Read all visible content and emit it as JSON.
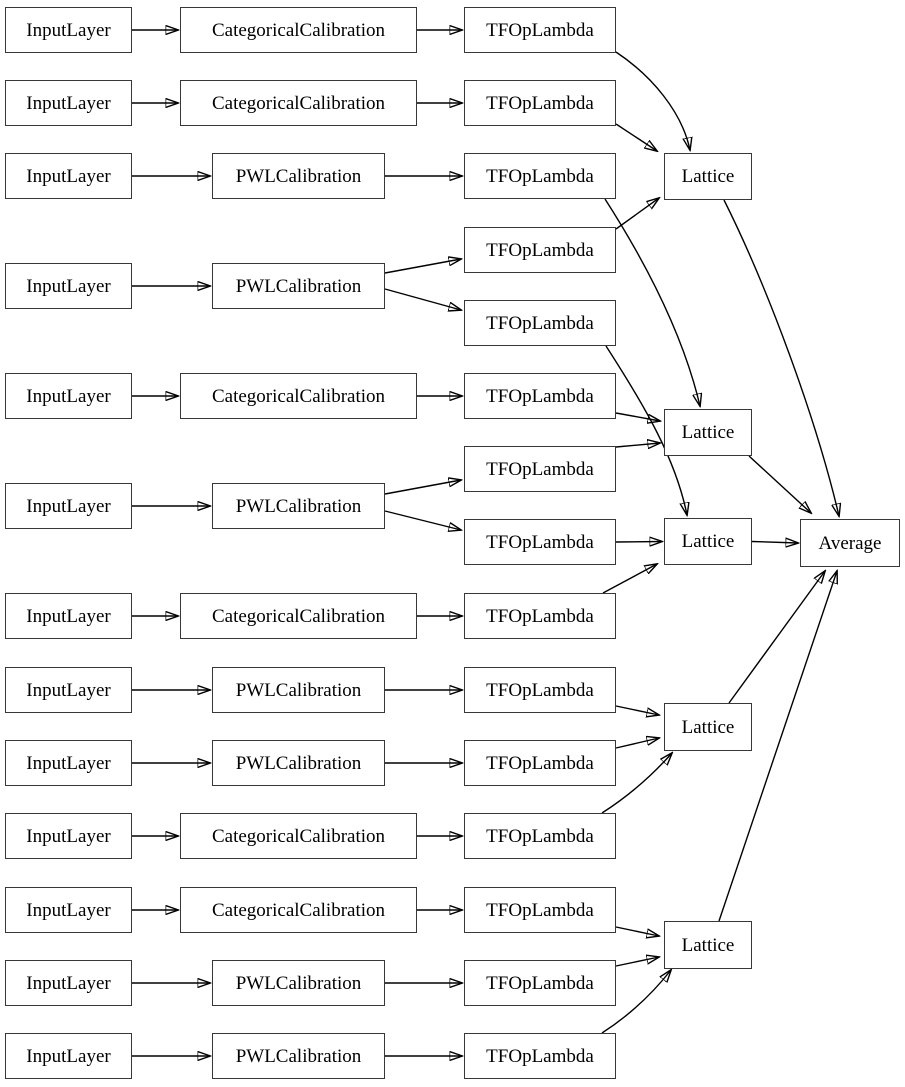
{
  "diagram": {
    "kind": "keras-model-graph",
    "colors": {
      "background": "#ffffff",
      "node_fill": "#ffffff",
      "node_border": "#383838",
      "edge": "#000000",
      "text": "#000000"
    },
    "node_labels": {
      "input": "InputLayer",
      "categorical": "CategoricalCalibration",
      "pwl": "PWLCalibration",
      "lambda": "TFOpLambda",
      "lattice": "Lattice",
      "average": "Average"
    },
    "nodes": [
      {
        "id": "in1",
        "label": "InputLayer"
      },
      {
        "id": "in2",
        "label": "InputLayer"
      },
      {
        "id": "in3",
        "label": "InputLayer"
      },
      {
        "id": "in4",
        "label": "InputLayer"
      },
      {
        "id": "in5",
        "label": "InputLayer"
      },
      {
        "id": "in6",
        "label": "InputLayer"
      },
      {
        "id": "in7",
        "label": "InputLayer"
      },
      {
        "id": "in8",
        "label": "InputLayer"
      },
      {
        "id": "in9",
        "label": "InputLayer"
      },
      {
        "id": "in10",
        "label": "InputLayer"
      },
      {
        "id": "in11",
        "label": "InputLayer"
      },
      {
        "id": "in12",
        "label": "InputLayer"
      },
      {
        "id": "in13",
        "label": "InputLayer"
      },
      {
        "id": "cat1",
        "label": "CategoricalCalibration"
      },
      {
        "id": "cat2",
        "label": "CategoricalCalibration"
      },
      {
        "id": "cat3",
        "label": "CategoricalCalibration"
      },
      {
        "id": "cat4",
        "label": "CategoricalCalibration"
      },
      {
        "id": "cat5",
        "label": "CategoricalCalibration"
      },
      {
        "id": "cat6",
        "label": "CategoricalCalibration"
      },
      {
        "id": "pwl1",
        "label": "PWLCalibration"
      },
      {
        "id": "pwl2",
        "label": "PWLCalibration"
      },
      {
        "id": "pwl3",
        "label": "PWLCalibration"
      },
      {
        "id": "pwl4",
        "label": "PWLCalibration"
      },
      {
        "id": "pwl5",
        "label": "PWLCalibration"
      },
      {
        "id": "pwl6",
        "label": "PWLCalibration"
      },
      {
        "id": "pwl7",
        "label": "PWLCalibration"
      },
      {
        "id": "tfo1",
        "label": "TFOpLambda"
      },
      {
        "id": "tfo2",
        "label": "TFOpLambda"
      },
      {
        "id": "tfo3",
        "label": "TFOpLambda"
      },
      {
        "id": "tfo4",
        "label": "TFOpLambda"
      },
      {
        "id": "tfo5",
        "label": "TFOpLambda"
      },
      {
        "id": "tfo6",
        "label": "TFOpLambda"
      },
      {
        "id": "tfo7",
        "label": "TFOpLambda"
      },
      {
        "id": "tfo8",
        "label": "TFOpLambda"
      },
      {
        "id": "tfo9",
        "label": "TFOpLambda"
      },
      {
        "id": "tfo10",
        "label": "TFOpLambda"
      },
      {
        "id": "tfo11",
        "label": "TFOpLambda"
      },
      {
        "id": "tfo12",
        "label": "TFOpLambda"
      },
      {
        "id": "tfo13",
        "label": "TFOpLambda"
      },
      {
        "id": "tfo14",
        "label": "TFOpLambda"
      },
      {
        "id": "tfo15",
        "label": "TFOpLambda"
      },
      {
        "id": "lat1",
        "label": "Lattice"
      },
      {
        "id": "lat2",
        "label": "Lattice"
      },
      {
        "id": "lat3",
        "label": "Lattice"
      },
      {
        "id": "lat4",
        "label": "Lattice"
      },
      {
        "id": "lat5",
        "label": "Lattice"
      },
      {
        "id": "avg",
        "label": "Average"
      }
    ],
    "edges": [
      {
        "from": "in1",
        "to": "cat1"
      },
      {
        "from": "in2",
        "to": "cat2"
      },
      {
        "from": "in3",
        "to": "pwl1"
      },
      {
        "from": "in4",
        "to": "pwl2"
      },
      {
        "from": "in5",
        "to": "cat3"
      },
      {
        "from": "in6",
        "to": "pwl3"
      },
      {
        "from": "in7",
        "to": "cat4"
      },
      {
        "from": "in8",
        "to": "pwl4"
      },
      {
        "from": "in9",
        "to": "pwl5"
      },
      {
        "from": "in10",
        "to": "cat5"
      },
      {
        "from": "in11",
        "to": "cat6"
      },
      {
        "from": "in12",
        "to": "pwl6"
      },
      {
        "from": "in13",
        "to": "pwl7"
      },
      {
        "from": "cat1",
        "to": "tfo1"
      },
      {
        "from": "cat2",
        "to": "tfo2"
      },
      {
        "from": "pwl1",
        "to": "tfo3"
      },
      {
        "from": "pwl2",
        "to": "tfo4"
      },
      {
        "from": "pwl2",
        "to": "tfo5"
      },
      {
        "from": "cat3",
        "to": "tfo6"
      },
      {
        "from": "pwl3",
        "to": "tfo7"
      },
      {
        "from": "pwl3",
        "to": "tfo8"
      },
      {
        "from": "cat4",
        "to": "tfo9"
      },
      {
        "from": "pwl4",
        "to": "tfo10"
      },
      {
        "from": "pwl5",
        "to": "tfo11"
      },
      {
        "from": "cat5",
        "to": "tfo12"
      },
      {
        "from": "cat6",
        "to": "tfo13"
      },
      {
        "from": "pwl6",
        "to": "tfo14"
      },
      {
        "from": "pwl7",
        "to": "tfo15"
      },
      {
        "from": "tfo1",
        "to": "lat1"
      },
      {
        "from": "tfo2",
        "to": "lat1"
      },
      {
        "from": "tfo4",
        "to": "lat1"
      },
      {
        "from": "tfo3",
        "to": "lat2"
      },
      {
        "from": "tfo6",
        "to": "lat2"
      },
      {
        "from": "tfo7",
        "to": "lat2"
      },
      {
        "from": "tfo5",
        "to": "lat3"
      },
      {
        "from": "tfo8",
        "to": "lat3"
      },
      {
        "from": "tfo9",
        "to": "lat3"
      },
      {
        "from": "tfo10",
        "to": "lat4"
      },
      {
        "from": "tfo11",
        "to": "lat4"
      },
      {
        "from": "tfo12",
        "to": "lat4"
      },
      {
        "from": "tfo13",
        "to": "lat5"
      },
      {
        "from": "tfo14",
        "to": "lat5"
      },
      {
        "from": "tfo15",
        "to": "lat5"
      },
      {
        "from": "lat1",
        "to": "avg"
      },
      {
        "from": "lat2",
        "to": "avg"
      },
      {
        "from": "lat3",
        "to": "avg"
      },
      {
        "from": "lat4",
        "to": "avg"
      },
      {
        "from": "lat5",
        "to": "avg"
      }
    ]
  }
}
